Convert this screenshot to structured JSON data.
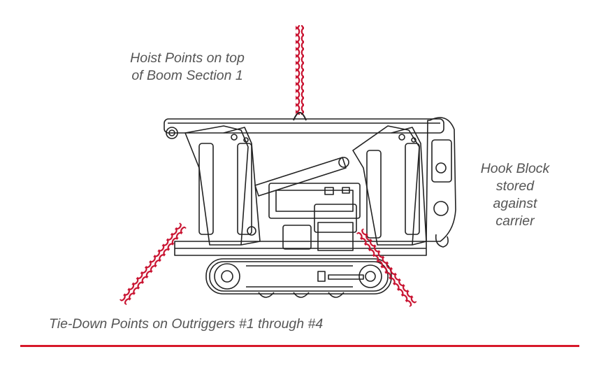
{
  "labels": {
    "hoist_line1": "Hoist Points on top",
    "hoist_line2": "of Boom Section 1",
    "hook_line1": "Hook Block",
    "hook_line2": "stored",
    "hook_line3": "against",
    "hook_line4": "carrier",
    "tiedown": "Tie-Down Points on Outriggers #1 through #4"
  },
  "colors": {
    "chain": "#c8102e",
    "rule": "#d7182a",
    "label_text": "#555555",
    "drawing_line": "#222222"
  },
  "icons": {
    "machine": "compact-crawler-crane-icon",
    "chain": "chain-icon"
  }
}
